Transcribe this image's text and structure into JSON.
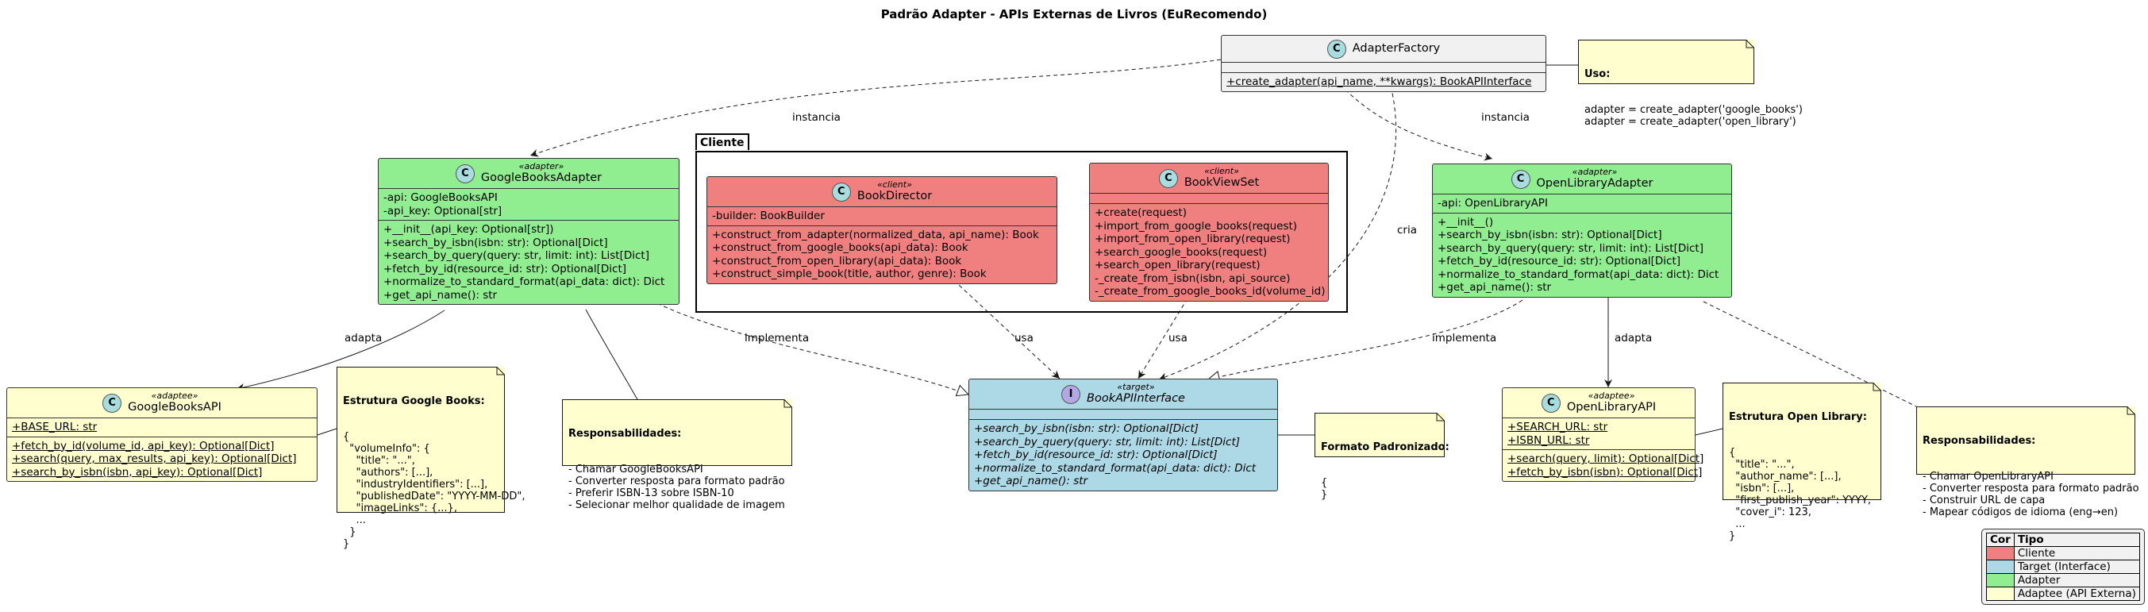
{
  "title": "Padrão Adapter - APIs Externas de Livros (EuRecomendo)",
  "package": {
    "name": "Cliente"
  },
  "classes": {
    "factory": {
      "name": "AdapterFactory",
      "stereotype": "",
      "fields": [],
      "methods": [
        "+create_adapter(api_name, **kwargs): BookAPIInterface"
      ]
    },
    "google_adapter": {
      "name": "GoogleBooksAdapter",
      "stereotype": "«adapter»",
      "fields": [
        "-api: GoogleBooksAPI",
        "-api_key: Optional[str]"
      ],
      "methods": [
        "+__init__(api_key: Optional[str])",
        "+search_by_isbn(isbn: str): Optional[Dict]",
        "+search_by_query(query: str, limit: int): List[Dict]",
        "+fetch_by_id(resource_id: str): Optional[Dict]",
        "+normalize_to_standard_format(api_data: dict): Dict",
        "+get_api_name(): str"
      ]
    },
    "director": {
      "name": "BookDirector",
      "stereotype": "«client»",
      "fields": [
        "-builder: BookBuilder"
      ],
      "methods": [
        "+construct_from_adapter(normalized_data, api_name): Book",
        "+construct_from_google_books(api_data): Book",
        "+construct_from_open_library(api_data): Book",
        "+construct_simple_book(title, author, genre): Book"
      ]
    },
    "viewset": {
      "name": "BookViewSet",
      "stereotype": "«client»",
      "fields": [],
      "methods": [
        "+create(request)",
        "+import_from_google_books(request)",
        "+import_from_open_library(request)",
        "+search_google_books(request)",
        "+search_open_library(request)",
        "-_create_from_isbn(isbn, api_source)",
        "-_create_from_google_books_id(volume_id)"
      ]
    },
    "ol_adapter": {
      "name": "OpenLibraryAdapter",
      "stereotype": "«adapter»",
      "fields": [
        "-api: OpenLibraryAPI"
      ],
      "methods": [
        "+__init__()",
        "+search_by_isbn(isbn: str): Optional[Dict]",
        "+search_by_query(query: str, limit: int): List[Dict]",
        "+fetch_by_id(resource_id: str): Optional[Dict]",
        "+normalize_to_standard_format(api_data: dict): Dict",
        "+get_api_name(): str"
      ]
    },
    "google_api": {
      "name": "GoogleBooksAPI",
      "stereotype": "«adaptee»",
      "fields": [
        "+BASE_URL: str"
      ],
      "methods": [
        "+fetch_by_id(volume_id, api_key): Optional[Dict]",
        "+search(query, max_results, api_key): Optional[Dict]",
        "+search_by_isbn(isbn, api_key): Optional[Dict]"
      ]
    },
    "interface": {
      "name": "BookAPIInterface",
      "stereotype": "«target»",
      "fields": [],
      "methods": [
        "+search_by_isbn(isbn: str): Optional[Dict]",
        "+search_by_query(query: str, limit: int): List[Dict]",
        "+fetch_by_id(resource_id: str): Optional[Dict]",
        "+normalize_to_standard_format(api_data: dict): Dict",
        "+get_api_name(): str"
      ]
    },
    "ol_api": {
      "name": "OpenLibraryAPI",
      "stereotype": "«adaptee»",
      "fields": [
        "+SEARCH_URL: str",
        "+ISBN_URL: str"
      ],
      "methods": [
        "+search(query, limit): Optional[Dict]",
        "+fetch_by_isbn(isbn): Optional[Dict]"
      ]
    }
  },
  "notes": {
    "uso": {
      "title": "Uso:",
      "body": "adapter = create_adapter('google_books')\nadapter = create_adapter('open_library')"
    },
    "google_struct": {
      "title": "Estrutura Google Books:",
      "body": "{\n  \"volumeInfo\": {\n    \"title\": \"...\",\n    \"authors\": [...],\n    \"industryIdentifiers\": [...],\n    \"publishedDate\": \"YYYY-MM-DD\",\n    \"imageLinks\": {...},\n    ...\n  }\n}"
    },
    "google_resp": {
      "title": "Responsabilidades:",
      "body": "- Chamar GoogleBooksAPI\n- Converter resposta para formato padrão\n- Preferir ISBN-13 sobre ISBN-10\n- Selecionar melhor qualidade de imagem"
    },
    "formato": {
      "title": "Formato Padronizado:",
      "body": "{\n}"
    },
    "ol_struct": {
      "title": "Estrutura Open Library:",
      "body": "{\n  \"title\": \"...\",\n  \"author_name\": [...],\n  \"isbn\": [...],\n  \"first_publish_year\": YYYY,\n  \"cover_i\": 123,\n  ...\n}"
    },
    "ol_resp": {
      "title": "Responsabilidades:",
      "body": "- Chamar OpenLibraryAPI\n- Converter resposta para formato padrão\n- Construir URL de capa\n- Mapear códigos de idioma (eng→en)"
    }
  },
  "edge_labels": {
    "inst_left": "instancia",
    "inst_right": "instancia",
    "cria": "cria",
    "adapta_left": "adapta",
    "adapta_right": "adapta",
    "impl_left": "implementa",
    "impl_right": "implementa",
    "usa_director": "usa",
    "usa_viewset": "usa"
  },
  "legend": {
    "headers": [
      "Cor",
      "Tipo"
    ],
    "rows": [
      {
        "color": "#f08080",
        "label": "Cliente"
      },
      {
        "color": "#add8e6",
        "label": "Target (Interface)"
      },
      {
        "color": "#90ee90",
        "label": "Adapter"
      },
      {
        "color": "#fefece",
        "label": "Adaptee (API Externa)"
      }
    ]
  }
}
